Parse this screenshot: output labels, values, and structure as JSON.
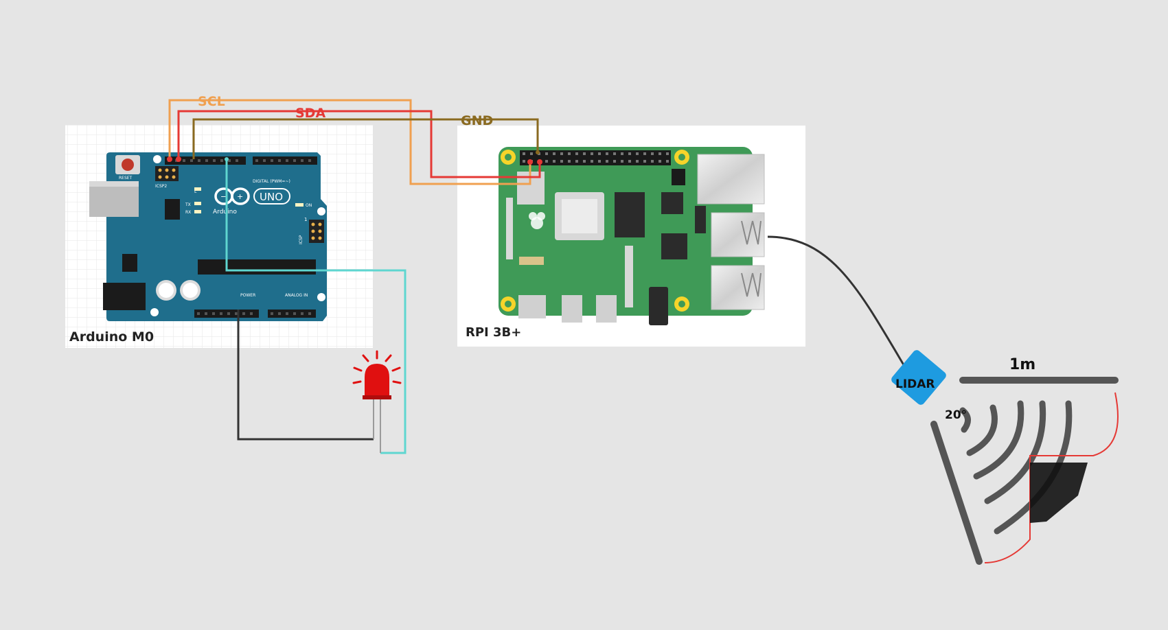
{
  "wires": {
    "scl_label": "SCL",
    "sda_label": "SDA",
    "gnd_label": "GND"
  },
  "arduino": {
    "label": "Arduino M0",
    "reset_label": "RESET",
    "icsp2_label": "ICSP2",
    "brand_label": "Arduino",
    "model_label": "UNO",
    "digital_label": "DIGITAL (PWM=~)",
    "power_label": "POWER",
    "analog_label": "ANALOG IN",
    "tx_label": "TX",
    "rx_label": "RX",
    "l_label": "L",
    "on_label": "ON",
    "icsp_label": "ICSP",
    "one_label": "1"
  },
  "raspberry_pi": {
    "label": "RPI 3B+"
  },
  "lidar": {
    "label": "LIDAR",
    "range_label": "1m",
    "angle_label": "20°"
  },
  "colors": {
    "background": "#e5e5e5",
    "scl_wire": "#f0a050",
    "sda_wire": "#e53935",
    "gnd_wire": "#8a6a20",
    "signal_wire": "#5fd6d0",
    "ground_wire": "#333333",
    "arduino_board": "#1f6e8c",
    "rpi_board": "#3f9a57",
    "lidar_body": "#1e9be0",
    "led": "#e01010"
  },
  "icons": {
    "rpi_logo": "raspberry-icon",
    "arduino_logo": "infinity-icon",
    "led": "led-icon"
  }
}
